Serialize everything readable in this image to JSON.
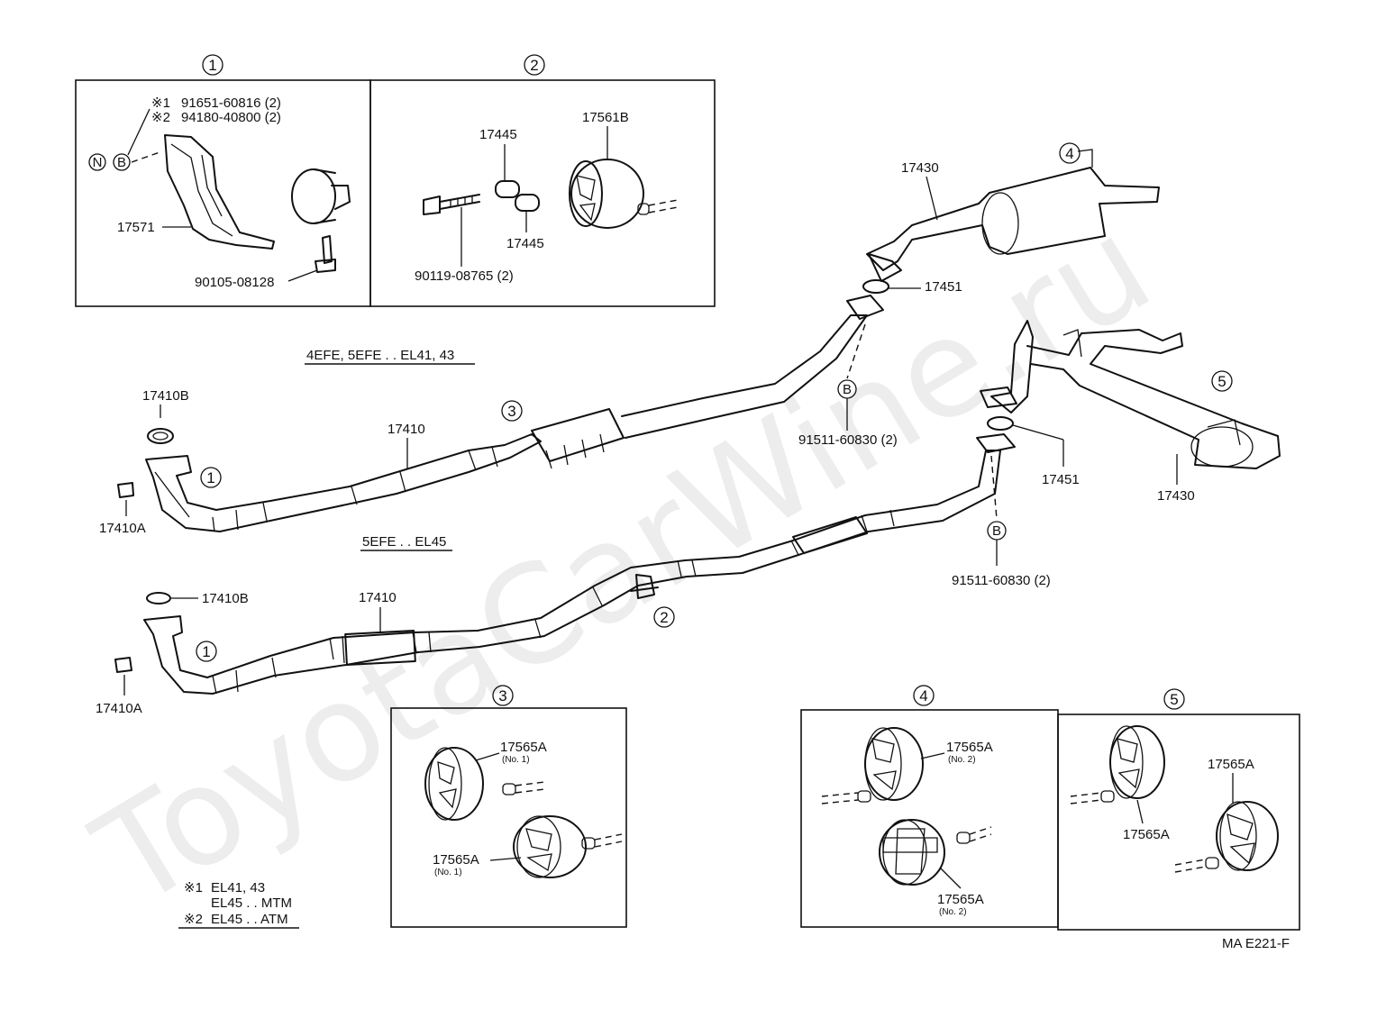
{
  "watermark": "ToyotaCarWine.ru",
  "diagram_code": "MA E221-F",
  "callouts": {
    "c1": "1",
    "c2": "2",
    "c3": "3",
    "c4": "4",
    "c5": "5",
    "b": "B",
    "n": "N"
  },
  "box1": {
    "note1_mark": "※1",
    "note1_part": "91651-60816 (2)",
    "note2_mark": "※2",
    "note2_part": "94180-40800 (2)",
    "heat_insulator": "17571",
    "bolt": "90105-08128"
  },
  "box2": {
    "bushing_top": "17445",
    "bushing_bottom": "17445",
    "support": "17561B",
    "bolt": "90119-08765 (2)"
  },
  "upper_system": {
    "variant_label": "4EFE, 5EFE . . EL41, 43",
    "gasket_front": "17410B",
    "nut": "17410A",
    "front_pipe": "17410",
    "tail_pipe": "17430",
    "gasket_rear": "17451",
    "bolt": "91511-60830 (2)"
  },
  "lower_system": {
    "variant_label": "5EFE . . EL45",
    "gasket_front": "17410B",
    "nut": "17410A",
    "front_pipe": "17410",
    "tail_pipe": "17430",
    "gasket_rear": "17451",
    "bolt": "91511-60830 (2)"
  },
  "box3": {
    "support_a": "17565A",
    "support_a_note": "(No. 1)",
    "support_b": "17565A",
    "support_b_note": "(No. 1)"
  },
  "box4": {
    "support_a": "17565A",
    "support_a_note": "(No. 2)",
    "support_b": "17565A",
    "support_b_note": "(No. 2)"
  },
  "box5": {
    "support_a": "17565A",
    "support_b": "17565A"
  },
  "legend": {
    "mark1": "※1",
    "line1": "EL41, 43",
    "line2": "EL45 . . MTM",
    "mark2": "※2",
    "line3": "EL45 . . ATM"
  }
}
